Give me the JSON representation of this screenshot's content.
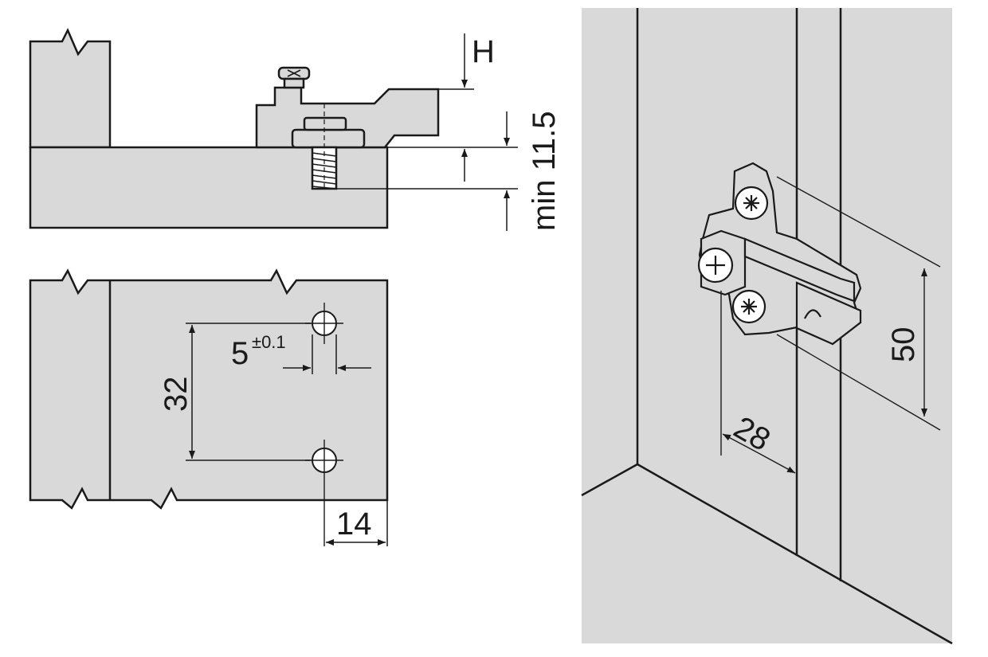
{
  "colors": {
    "panel_fill": "#d9d9d9",
    "line": "#1a1a1a",
    "background": "#ffffff"
  },
  "section_view": {
    "label_h": "H",
    "label_min": "min 11.5"
  },
  "drilling_view": {
    "label_spacing": "32",
    "label_offset": "5",
    "label_tolerance": "±0.1",
    "label_edge": "14"
  },
  "perspective_view": {
    "label_height": "50",
    "label_setback": "28"
  }
}
